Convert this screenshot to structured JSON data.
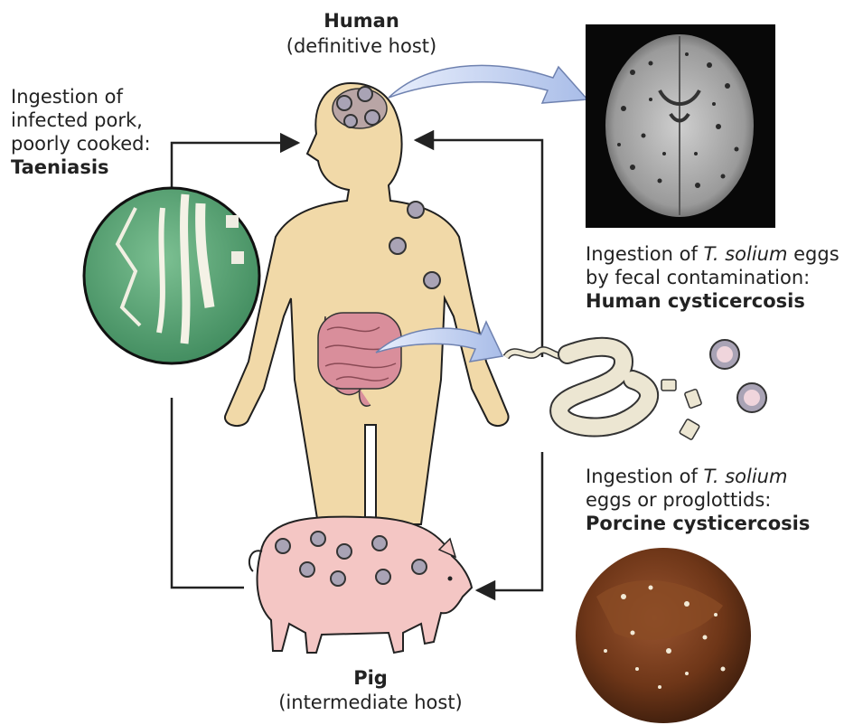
{
  "human": {
    "title": "Human",
    "role": "(definitive host)"
  },
  "pig": {
    "title": "Pig",
    "role": "(intermediate host)"
  },
  "taeniasis": {
    "line1": "Ingestion of",
    "line2": "infected pork,",
    "line3": "poorly cooked:",
    "disease": "Taeniasis"
  },
  "human_cysticercosis": {
    "pre": "Ingestion of ",
    "species": "T. solium",
    "post": " eggs",
    "line2": "by fecal contamination:",
    "disease": "Human cysticercosis"
  },
  "porcine_cysticercosis": {
    "pre": "Ingestion of ",
    "species": "T. solium",
    "line2": "eggs or proglottids:",
    "disease": "Porcine cysticercosis"
  },
  "colors": {
    "skin": "#f1d9a8",
    "pig": "#f4c6c4",
    "intestine": "#d98e9b",
    "cyst": "#a9a3b5",
    "worm": "#ece6d2",
    "green_disc": "#5fa57a"
  }
}
